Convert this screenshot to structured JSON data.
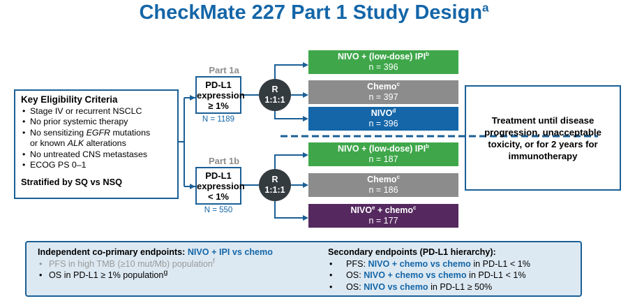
{
  "title": {
    "text": "CheckMate 227 Part 1 Study Design",
    "sup": "a"
  },
  "eligibility": {
    "heading": "Key Eligibility Criteria",
    "items": [
      "Stage IV or recurrent NSCLC",
      "No prior systemic therapy",
      "No sensitizing EGFR mutations",
      "or known ALK alterations",
      "No untreated CNS metastases",
      "ECOG PS 0–1"
    ],
    "stratified": "Stratified by SQ vs NSQ"
  },
  "part1a": {
    "label": "Part 1a",
    "line1": "PD-L1",
    "line2": "expression",
    "line3": "≥ 1%",
    "n": "N = 1189",
    "r1": "R",
    "r2": "1:1:1"
  },
  "part1b": {
    "label": "Part 1b",
    "line1": "PD-L1",
    "line2": "expression",
    "line3": "< 1%",
    "n": "N = 550",
    "r1": "R",
    "r2": "1:1:1"
  },
  "arms": [
    {
      "name": "NIVO + (low-dose) IPI",
      "sup": "b",
      "n": "n = 396",
      "color": "#3fa74a"
    },
    {
      "name": "Chemo",
      "sup": "c",
      "n": "n = 397",
      "color": "#8c8c8c"
    },
    {
      "name": "NIVO",
      "sup": "d",
      "n": "n = 396",
      "color": "#1466a8"
    },
    {
      "name": "NIVO + (low-dose) IPI",
      "sup": "b",
      "n": "n = 187",
      "color": "#3fa74a"
    },
    {
      "name": "Chemo",
      "sup": "c",
      "n": "n = 186",
      "color": "#8c8c8c"
    },
    {
      "name": "NIVO",
      "sup": "e",
      "name2": " + chemo",
      "sup2": "c",
      "n": "n = 177",
      "color": "#55295f"
    }
  ],
  "treatment": {
    "line1": "Treatment until disease",
    "line2": "progression, unacceptable",
    "line3": "toxicity, or for 2 years for",
    "line4": "immunotherapy"
  },
  "endpoints": {
    "primary_heading": "Independent co-primary endpoints:",
    "primary_compare": "NIVO + IPI vs chemo",
    "primary_items": [
      {
        "text": "PFS in high TMB (≥10 mut/Mb) population",
        "sup": "f"
      },
      {
        "text": "OS in PD-L1 ≥ 1% population",
        "sup": "g"
      }
    ],
    "secondary_heading": "Secondary endpoints (PD-L1 hierarchy):",
    "secondary_items": [
      {
        "label": "PFS:",
        "compare": "NIVO + chemo vs chemo",
        "rest": " in PD-L1 < 1%"
      },
      {
        "label": "OS:",
        "compare": "NIVO + chemo vs chemo",
        "rest": " in PD-L1 < 1%"
      },
      {
        "label": "OS:",
        "compare": "NIVO vs chemo",
        "rest": " in PD-L1 ≥ 50%"
      }
    ]
  },
  "colors": {
    "accent": "#1466a8",
    "border": "#1a5f96",
    "endpoint_bg": "#dde9f2"
  }
}
